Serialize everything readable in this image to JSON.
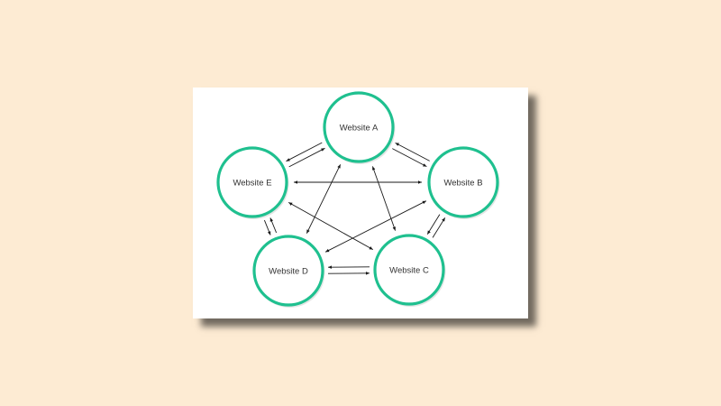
{
  "diagram": {
    "accent_color": "#1fc08f",
    "arrow_color": "#1a1a1a",
    "nodes": [
      {
        "id": "A",
        "label": "Website A"
      },
      {
        "id": "B",
        "label": "Website B"
      },
      {
        "id": "C",
        "label": "Website C"
      },
      {
        "id": "D",
        "label": "Website D"
      },
      {
        "id": "E",
        "label": "Website E"
      }
    ],
    "links": [
      {
        "from": "A",
        "to": "B",
        "bidirectional": true
      },
      {
        "from": "B",
        "to": "C",
        "bidirectional": true
      },
      {
        "from": "C",
        "to": "D",
        "bidirectional": true
      },
      {
        "from": "D",
        "to": "E",
        "bidirectional": true
      },
      {
        "from": "E",
        "to": "A",
        "bidirectional": true
      },
      {
        "from": "A",
        "to": "C",
        "bidirectional": true
      },
      {
        "from": "A",
        "to": "D",
        "bidirectional": true
      },
      {
        "from": "B",
        "to": "D",
        "bidirectional": true
      },
      {
        "from": "B",
        "to": "E",
        "bidirectional": true
      },
      {
        "from": "C",
        "to": "E",
        "bidirectional": true
      }
    ]
  }
}
